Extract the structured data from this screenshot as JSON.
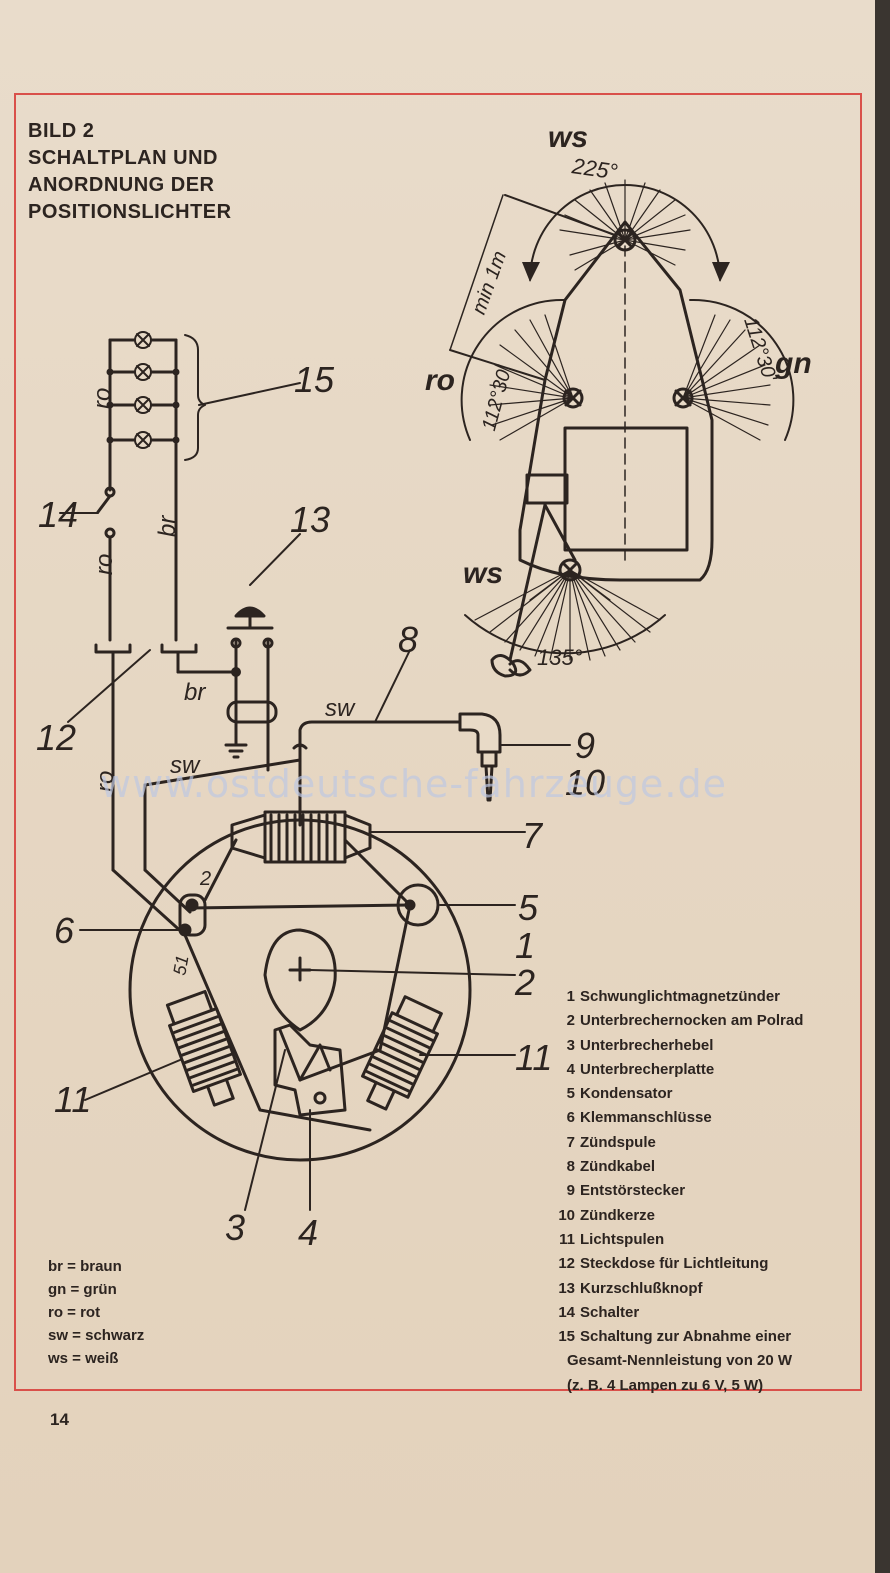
{
  "title_lines": [
    "BILD 2",
    "SCHALTPLAN UND",
    "ANORDNUNG DER",
    "POSITIONSLICHTER"
  ],
  "wire_labels": {
    "ro": "ro",
    "br": "br",
    "sw": "sw",
    "ws": "ws",
    "gn": "gn"
  },
  "part_numbers": [
    "1",
    "2",
    "3",
    "4",
    "5",
    "6",
    "7",
    "8",
    "9",
    "10",
    "11",
    "12",
    "13",
    "14",
    "15"
  ],
  "terminal_labels": [
    "2",
    "51"
  ],
  "angles": {
    "top": "225°",
    "side": "112°30'",
    "rear": "135°",
    "distance": "min 1m"
  },
  "abbreviations": [
    "br = braun",
    "gn = grün",
    "ro = rot",
    "sw = schwarz",
    "ws = weiß"
  ],
  "legend": [
    {
      "n": "1",
      "text": "Schwunglichtmagnetzünder"
    },
    {
      "n": "2",
      "text": "Unterbrechernocken am Polrad"
    },
    {
      "n": "3",
      "text": "Unterbrecherhebel"
    },
    {
      "n": "4",
      "text": "Unterbrecherplatte"
    },
    {
      "n": "5",
      "text": "Kondensator"
    },
    {
      "n": "6",
      "text": "Klemmanschlüsse"
    },
    {
      "n": "7",
      "text": "Zündspule"
    },
    {
      "n": "8",
      "text": "Zündkabel"
    },
    {
      "n": "9",
      "text": "Entstörstecker"
    },
    {
      "n": "10",
      "text": "Zündkerze"
    },
    {
      "n": "11",
      "text": "Lichtspulen"
    },
    {
      "n": "12",
      "text": "Steckdose für Lichtleitung"
    },
    {
      "n": "13",
      "text": "Kurzschlußknopf"
    },
    {
      "n": "14",
      "text": "Schalter"
    },
    {
      "n": "15",
      "text": "Schaltung zur Abnahme einer"
    }
  ],
  "legend_cont": [
    "Gesamt-Nennleistung von 20 W",
    "(z. B. 4 Lampen zu 6 V, 5 W)"
  ],
  "page_number": "14",
  "watermark": "www.ostdeutsche-fahrzeuge.de"
}
